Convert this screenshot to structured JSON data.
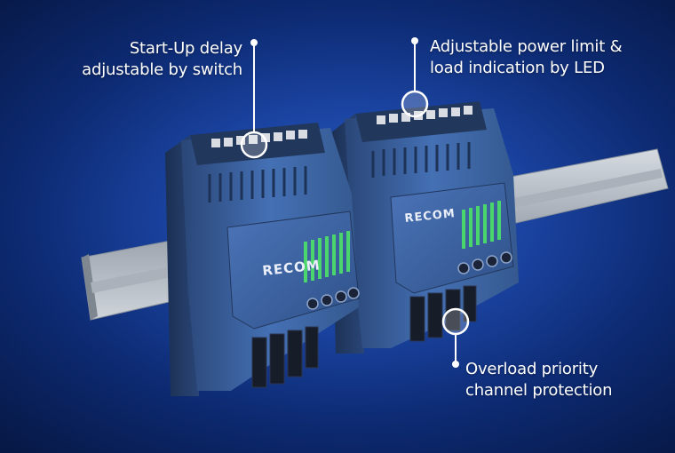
{
  "callouts": {
    "startup": {
      "line1": "Start-Up delay",
      "line2": "adjustable by switch"
    },
    "power": {
      "line1": "Adjustable power limit &",
      "line2": "load indication by LED"
    },
    "overload": {
      "line1": "Overload priority",
      "line2": "channel protection"
    }
  },
  "device": {
    "brand": "RECOM"
  },
  "colors": {
    "background": "#1a43a0",
    "housing": "#3f66a8",
    "housing_dark": "#2a4677",
    "led_green": "#4ad66d",
    "callout_white": "#ffffff",
    "rail": "#b8bec6"
  }
}
